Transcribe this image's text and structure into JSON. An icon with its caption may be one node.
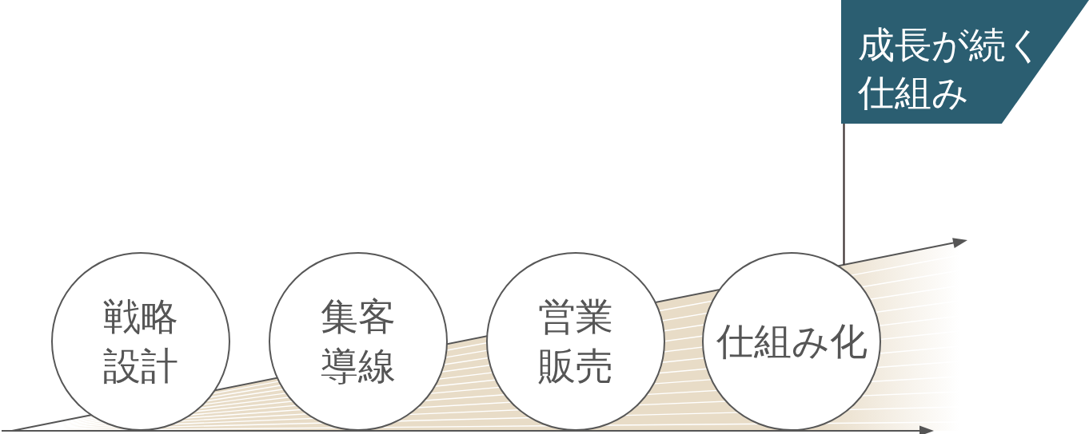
{
  "diagram": {
    "nodes": [
      {
        "text": [
          "戦略設計"
        ]
      },
      {
        "text": [
          "集客導線"
        ]
      },
      {
        "text": [
          "営業販売"
        ]
      },
      {
        "text": [
          "仕組み化"
        ]
      },
      {
        "text": [
          "成長が続く仕組み"
        ]
      }
    ]
  }
}
